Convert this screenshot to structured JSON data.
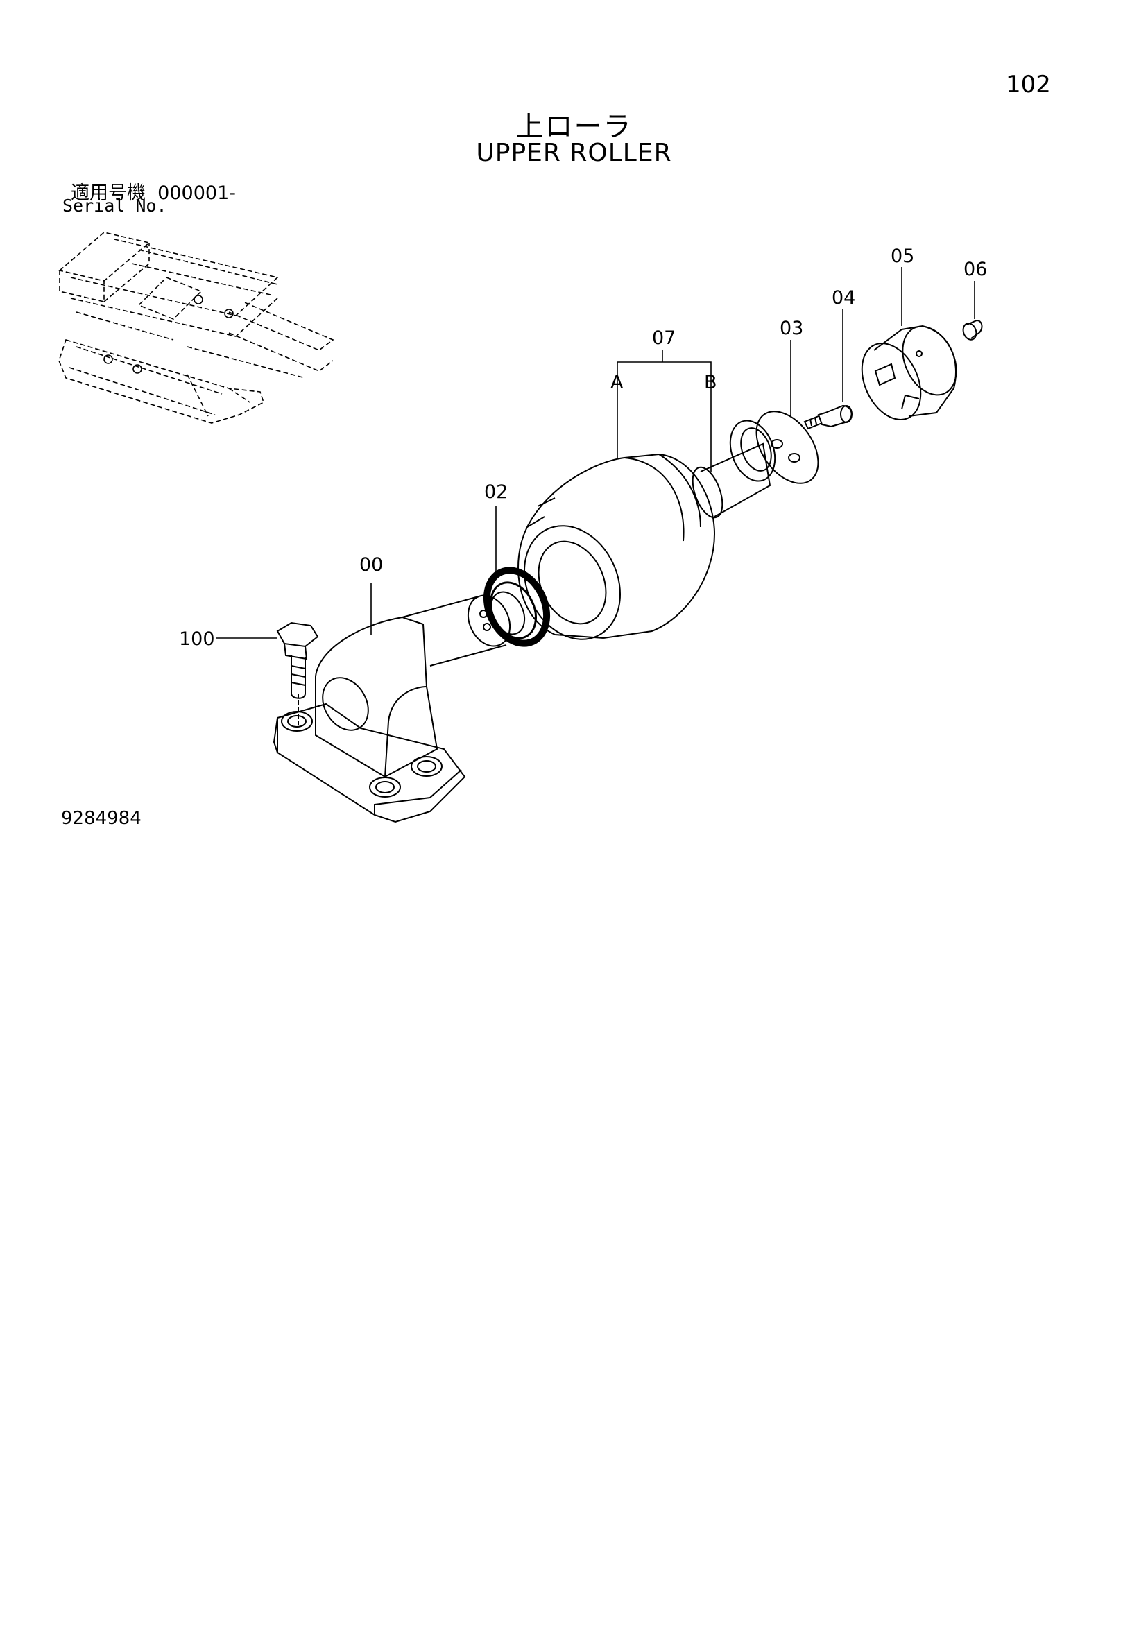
{
  "page_number": "102",
  "title_jp": "上ローラ",
  "title_en": "UPPER ROLLER",
  "serial": {
    "label_jp": "適用号機",
    "value": "000001-",
    "label_en": "Serial No."
  },
  "drawing_number": "9284984",
  "part_labels": {
    "p00": "00",
    "p02": "02",
    "p03": "03",
    "p04": "04",
    "p05": "05",
    "p06": "06",
    "p07": "07",
    "p100": "100",
    "sub_a": "A",
    "sub_b": "B"
  }
}
